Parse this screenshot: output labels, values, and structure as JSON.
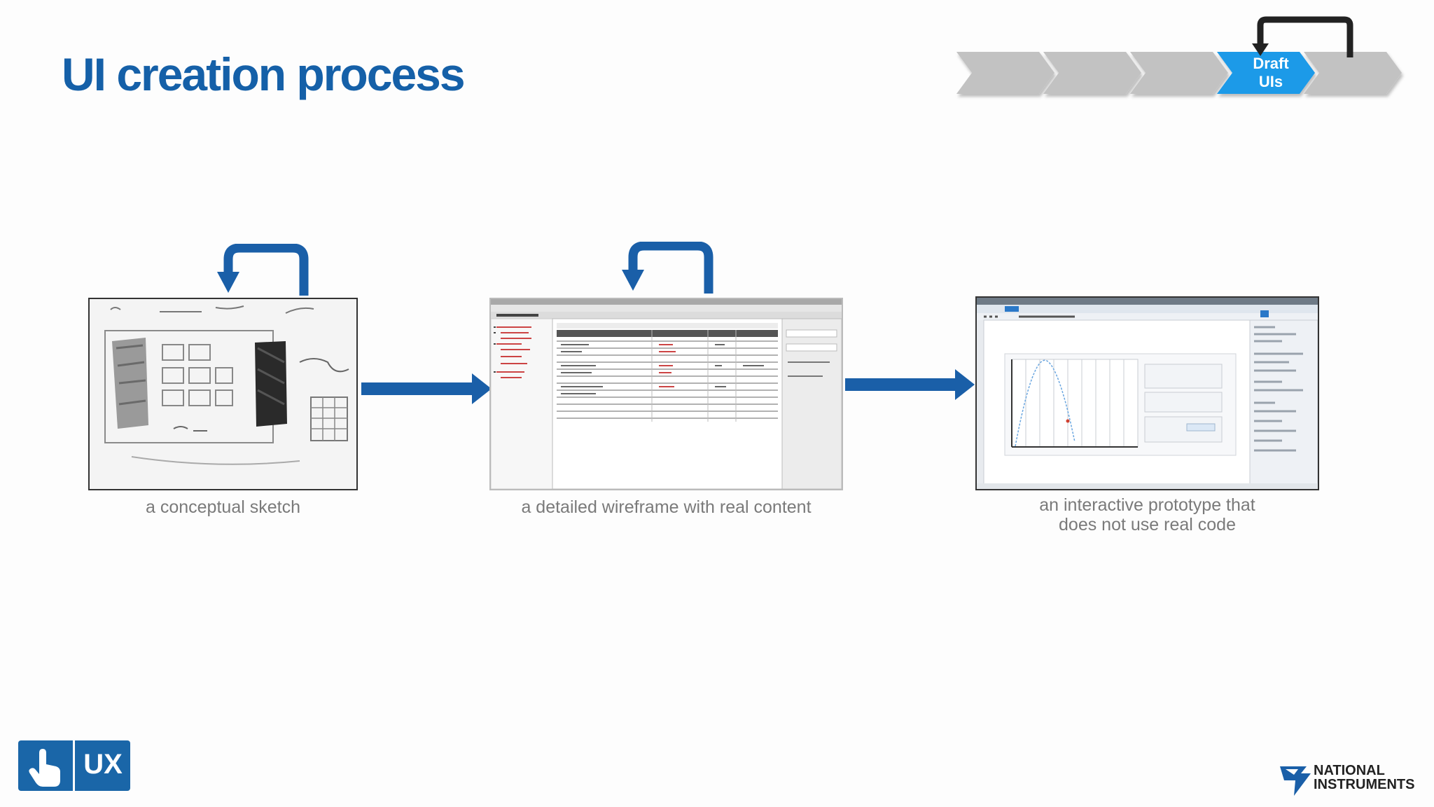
{
  "title": "UI creation process",
  "process_bar": {
    "active_step_label": "Draft\nUIs",
    "colors": {
      "inactive": "#c2c2c2",
      "active": "#1e9ae8",
      "loop": "#222222"
    }
  },
  "stages": [
    {
      "caption": "a conceptual sketch"
    },
    {
      "caption": "a detailed wireframe with real content"
    },
    {
      "caption": "an interactive prototype that\ndoes not use real code"
    }
  ],
  "accent_color": "#1a5fa8",
  "logos": {
    "ux_badge": {
      "text": "UX",
      "icon": "touch-hand-icon"
    },
    "company": {
      "text": "NATIONAL\nINSTRUMENTS",
      "icon": "ni-eagle-icon"
    }
  }
}
